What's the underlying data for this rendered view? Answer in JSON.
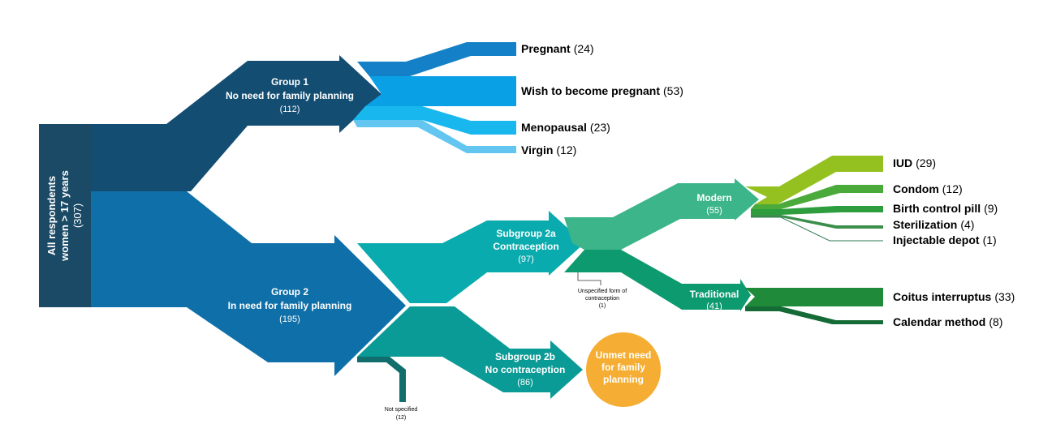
{
  "root": {
    "line1": "All respondents",
    "line2": "women > 17 years",
    "count": "(307)"
  },
  "group1": {
    "title": "Group 1",
    "subtitle": "No need for family planning",
    "count": "(112)"
  },
  "group2": {
    "title": "Group 2",
    "subtitle": "In need for family planning",
    "count": "(195)"
  },
  "subgroup2a": {
    "title": "Subgroup 2a",
    "subtitle": "Contraception",
    "count": "(97)"
  },
  "subgroup2b": {
    "title": "Subgroup 2b",
    "subtitle": "No contraception",
    "count": "(86)"
  },
  "modern": {
    "title": "Modern",
    "count": "(55)"
  },
  "traditional": {
    "title": "Traditional",
    "count": "(41)"
  },
  "unmet": {
    "line1": "Unmet need",
    "line2": "for family",
    "line3": "planning"
  },
  "not_specified": {
    "label": "Not specified",
    "count": "(12)"
  },
  "unspecified_form": {
    "line1": "Unspecified form of",
    "line2": "contraception",
    "count": "(1)"
  },
  "outcomes": [
    {
      "name": "Pregnant",
      "count": "(24)"
    },
    {
      "name": "Wish to become pregnant",
      "count": "(53)"
    },
    {
      "name": "Menopausal",
      "count": "(23)"
    },
    {
      "name": "Virgin",
      "count": "(12)"
    },
    {
      "name": "IUD",
      "count": "(29)"
    },
    {
      "name": "Condom",
      "count": "(12)"
    },
    {
      "name": "Birth control pill",
      "count": "(9)"
    },
    {
      "name": "Sterilization",
      "count": "(4)"
    },
    {
      "name": "Injectable depot",
      "count": "(1)"
    },
    {
      "name": "Coitus interruptus",
      "count": "(33)"
    },
    {
      "name": "Calendar method",
      "count": "(8)"
    }
  ],
  "colors": {
    "root": "#1a4a66",
    "group1": "#134e72",
    "group2": "#0f6fa8",
    "pregnant": "#1480c8",
    "wish": "#0aa0e6",
    "menopausal": "#18b8ee",
    "virgin": "#62c6f0",
    "sub2a": "#0aabae",
    "sub2b": "#0a9b96",
    "modern": "#3db58a",
    "traditional": "#0d9a6e",
    "iud": "#94c11f",
    "condom": "#4aaa3a",
    "pill": "#2d9d3e",
    "sterilization": "#3b8f4b",
    "injectable": "#2e7d4f",
    "coitus": "#1f8a3a",
    "calendar": "#156b35",
    "unmet": "#f5ae33",
    "notspec": "#116e6c"
  }
}
